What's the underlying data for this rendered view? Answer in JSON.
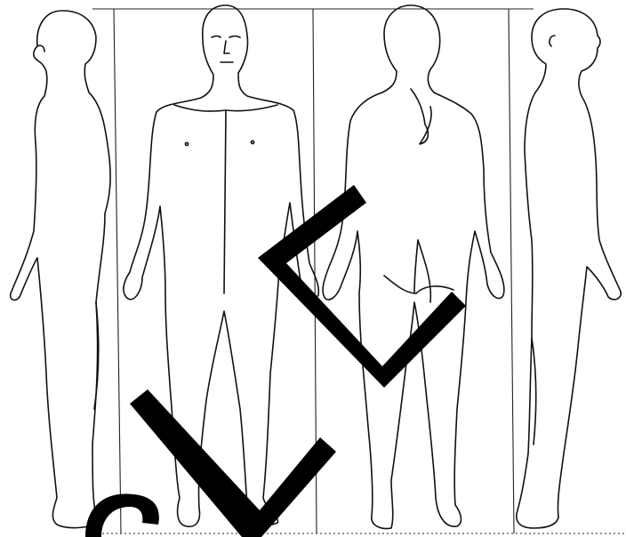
{
  "figure": {
    "views": [
      "left-profile",
      "front",
      "back",
      "right-profile"
    ],
    "line_color": "#111111",
    "background": "#ffffff"
  },
  "watermark": {
    "text": "SAMPLE",
    "color": "#000000"
  }
}
